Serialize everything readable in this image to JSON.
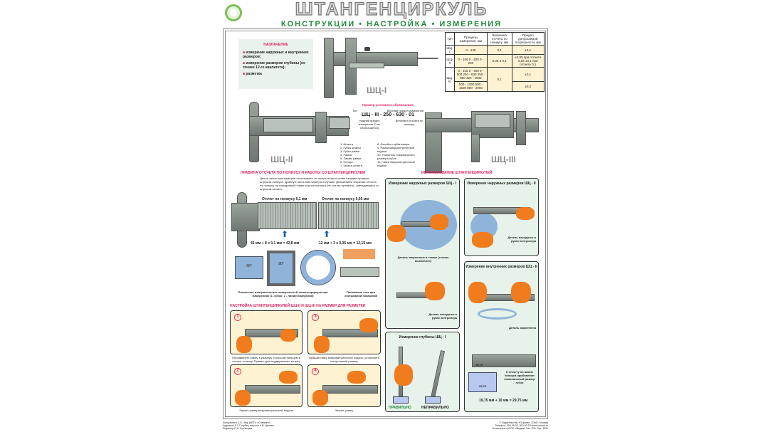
{
  "header": {
    "title": "ШТАНГЕНЦИРКУЛЬ",
    "subtitle": "КОНСТРУКЦИИ • НАСТРОЙКА • ИЗМЕРЕНИЯ"
  },
  "purpose": {
    "title": "НАЗНАЧЕНИЕ",
    "items": [
      "измерение наружных и внутренних размеров;",
      "измерение размеров глубины (не точнее 12-го квалитета);",
      "разметка"
    ]
  },
  "calipers": {
    "shc1": "ШЦ-I",
    "shc2": "ШЦ-II",
    "shc3": "ШЦ-III"
  },
  "table": {
    "headers": [
      "Тип",
      "Пределы измерения, мм",
      "Величина отсчета по нониусу, мм",
      "Предел допускаемой погрешности, мм"
    ],
    "rows": [
      {
        "type": "ШЦ-I",
        "range": "0 - 125",
        "reading": "0,1",
        "error": "±0,1"
      },
      {
        "type": "ШЦ-II",
        "range": "0 - 160 0 - 200 0 - 250",
        "reading": "0,05 и 0,1",
        "error": "±0,05 при отсчете 0,05 ±0,1 при отсчете 0,1"
      },
      {
        "type": "ШЦ-III",
        "range": "0 - 315 0 - 400 0 - 500 250 - 630 250 - 800 320 - 1000",
        "reading": "0,1",
        "error": "±0,1"
      },
      {
        "type": "",
        "range": "500 - 1250 500 - 1600 800 - 2000",
        "reading": "",
        "error": "±0,2"
      }
    ]
  },
  "example": {
    "title": "Пример условного обозначения",
    "code": "ШЦ - III - 250 - 630 - 01",
    "type_label": "Тип",
    "upper_label": "Верхний предел измерения",
    "lower_label": "Нижний предел измерения (0 не обозначается)",
    "reading_label": "Величина отсчета по нониусу"
  },
  "legend": {
    "left": [
      "1. Штанга",
      "2. Губка штанги",
      "3. Губка рамки",
      "4. Рамка",
      "5. Зажим рамки",
      "6. Нониус",
      "7. Шкала штанги"
    ],
    "right": [
      "8. Линейка глубиномера",
      "9. Рамка микрометрической подачи",
      "10. Указатель номинального размера губок",
      "11. Гайка микрометрической подачи"
    ]
  },
  "rules": {
    "title": "ПРАВИЛА ОТСЧЕТА ПО НОНИУСУ И РАБОТЫ СО ШТАНГЕНЦИРКУЛЕМ",
    "text": "Целое число миллиметров отсчитывают по шкале штанги слева направо нулевым штрихом нониуса. Дробную часть миллиметра получают умножением значения отсчета по нониусу на порядковый номер штриха нониуса (не считая нулевого), совпадающего со штрихом штанги",
    "scale1_label": "Отсчет по нониусу 0,1 мм",
    "scale2_label": "Отсчет по нониусу 0,05 мм",
    "formula1": "42 мм + 8 x 0,1 мм = 42,8 мм",
    "formula2": "12 мм + 3 x 0,05 мм = 12,15 мм",
    "caption1": "Положение измерительных поверхностей штангенциркуля при измерениях (1 -губок; 2 - линия измерения)",
    "caption2": "Положение глаз при считывании показаний",
    "angle": "90°"
  },
  "setup": {
    "title": "НАСТРОЙКА ШТАНГЕНЦИРКУЛЕЙ ШЦ-II И ШЦ-III НА РАЗМЕР ДЛЯ РАЗМЕТКИ",
    "steps": [
      {
        "n": "1",
        "caption": "Передвинуть рамку в размеру. Большим пальцем в нестро- ечному. Правая рука поддерживает штангу"
      },
      {
        "n": "3",
        "caption": "Вращая гайку микрометрической подачи, установить контрольный размер"
      },
      {
        "n": "2",
        "caption": "Зажать рамку микрометрической подачи"
      },
      {
        "n": "4",
        "caption": "Зажать рамку"
      }
    ]
  },
  "usage": {
    "title": "ИСПОЛЬЗОВАНИЕ ШТАНГЕНЦИРКУЛЕЙ",
    "outer1": {
      "title": "Измерение наружных размеров ШЦ - I",
      "note1": "Деталь закреплена в станке (станок выключен!)",
      "note2": "Деталь находится в руках контролера"
    },
    "outer2": {
      "title": "Измерение наружных размеров ШЦ - II",
      "note": "Деталь находится в руках контролера"
    },
    "inner": {
      "title": "Измерение внутренних размеров ШЦ - II",
      "note": "Деталь закреплена",
      "value1": "19,75",
      "value2": "29,75",
      "explain": "К отсчету по шкале нониуса прибавляют номинальный размер губок",
      "formula": "19,75 мм + 10 мм = 29,75 мм"
    },
    "depth": {
      "title": "Измерение глубины ШЦ - I",
      "correct": "ПРАВИЛЬНО",
      "wrong": "НЕПРАВИЛЬНО"
    }
  },
  "footer": {
    "left": "Консультант С.Е. Лаф (МГТУ «Станкин»)\nХудожник Е.Г. Голубев, верстка А.В. Цепаев\nРедактор О.Н. Кузнецова",
    "right": "© Издательство «Охрана», 2006 г. Москва\nТелефон: 000-00-00, 000-00-00 www.ohrana.ru\nОтпечатано в ООО «Медиа» Зак. 000. Тир. 3000"
  },
  "colors": {
    "accent_red": "#e0245e",
    "green": "#1f8a3a",
    "panel_bg": "#e6f2ea",
    "yellow": "#fdf3d3",
    "hand": "#f07c1e"
  }
}
